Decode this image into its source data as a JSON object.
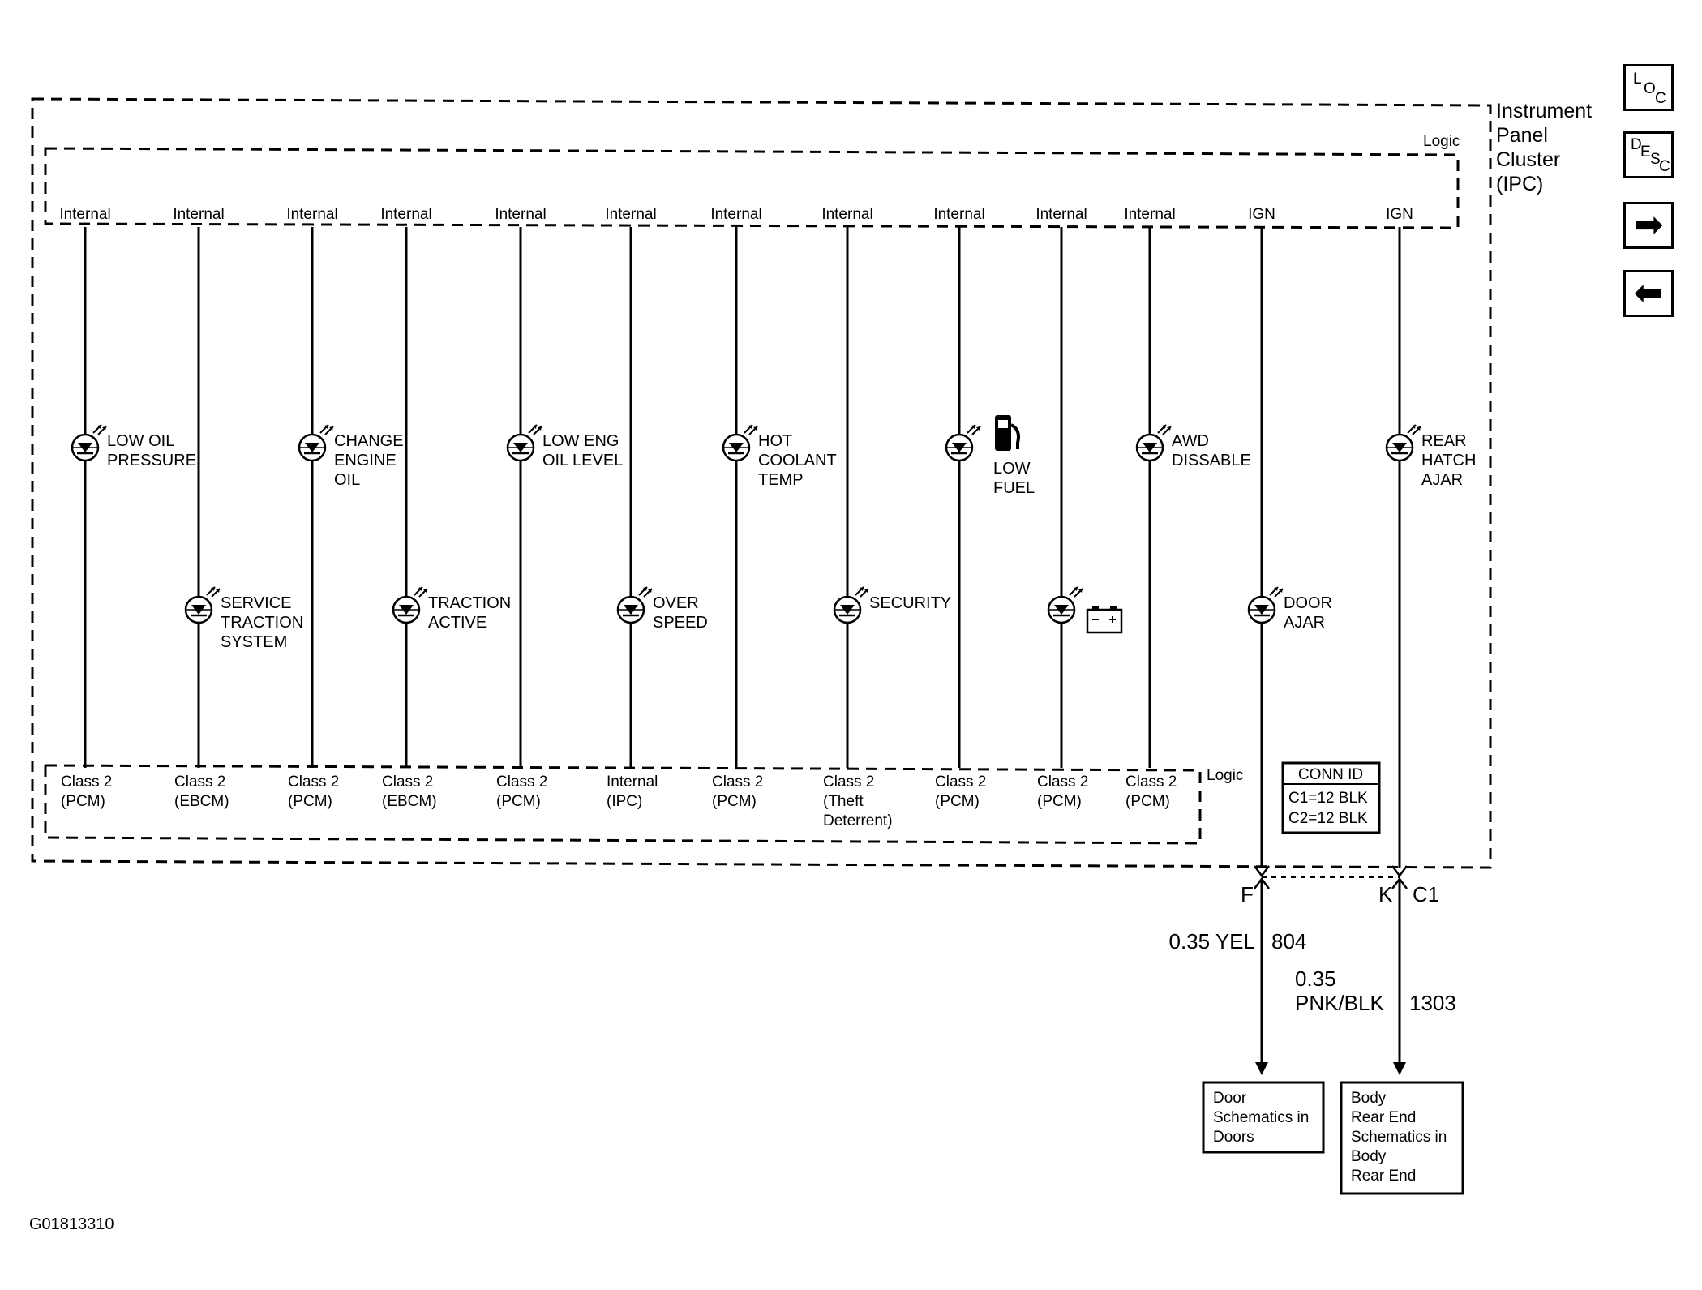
{
  "module_name": [
    "Instrument",
    "Panel",
    "Cluster",
    "(IPC)"
  ],
  "logic_label_top": "Logic",
  "logic_label_bottom": "Logic",
  "circuits": [
    {
      "source": "Internal",
      "lamp": [
        "LOW OIL",
        "PRESSURE"
      ],
      "row": 1,
      "dest": [
        "Class 2",
        "(PCM)"
      ]
    },
    {
      "source": "Internal",
      "lamp": [
        "SERVICE",
        "TRACTION",
        "SYSTEM"
      ],
      "row": 2,
      "dest": [
        "Class 2",
        "(EBCM)"
      ]
    },
    {
      "source": "Internal",
      "lamp": [
        "CHANGE",
        "ENGINE",
        "OIL"
      ],
      "row": 1,
      "dest": [
        "Class 2",
        "(PCM)"
      ]
    },
    {
      "source": "Internal",
      "lamp": [
        "TRACTION",
        "ACTIVE"
      ],
      "row": 2,
      "dest": [
        "Class 2",
        "(EBCM)"
      ]
    },
    {
      "source": "Internal",
      "lamp": [
        "LOW ENG",
        "OIL LEVEL"
      ],
      "row": 1,
      "dest": [
        "Class 2",
        "(PCM)"
      ]
    },
    {
      "source": "Internal",
      "lamp": [
        "OVER",
        "SPEED"
      ],
      "row": 2,
      "dest": [
        "Internal",
        "(IPC)"
      ]
    },
    {
      "source": "Internal",
      "lamp": [
        "HOT",
        "COOLANT",
        "TEMP"
      ],
      "row": 1,
      "dest": [
        "Class 2",
        "(PCM)"
      ]
    },
    {
      "source": "Internal",
      "lamp": [
        "SECURITY"
      ],
      "row": 2,
      "dest": [
        "Class 2",
        "(Theft",
        "Deterrent)"
      ]
    },
    {
      "source": "Internal",
      "lamp": [
        "LOW",
        "FUEL"
      ],
      "row": 1,
      "icon": "fuel-pump-icon",
      "dest": [
        "Class 2",
        "(PCM)"
      ]
    },
    {
      "source": "Internal",
      "lamp": [],
      "row": 2,
      "icon": "battery-icon",
      "dest": [
        "Class 2",
        "(PCM)"
      ]
    },
    {
      "source": "Internal",
      "lamp": [
        "AWD",
        "DISSABLE"
      ],
      "row": 1,
      "dest": [
        "Class 2",
        "(PCM)"
      ]
    },
    {
      "source": "IGN",
      "lamp": [
        "DOOR",
        "AJAR"
      ],
      "row": 2
    },
    {
      "source": "IGN",
      "lamp": [
        "REAR",
        "HATCH",
        "AJAR"
      ],
      "row": 1
    }
  ],
  "conn_id": {
    "title": "CONN ID",
    "lines": [
      "C1=12 BLK",
      "C2=12 BLK"
    ]
  },
  "connectors": [
    {
      "pin": "F",
      "wire_size_color": [
        "0.35 YEL"
      ],
      "circuit": "804",
      "dest_box": [
        "Door",
        "Schematics in",
        "Doors"
      ]
    },
    {
      "pin": "K",
      "connector": "C1",
      "wire_size_color": [
        "0.35",
        "PNK/BLK"
      ],
      "circuit": "1303",
      "dest_box": [
        "Body",
        "Rear End",
        "Schematics in",
        "Body",
        "Rear End"
      ]
    }
  ],
  "figure_id": "G01813310",
  "side_buttons": [
    {
      "name": "loc-button",
      "letters": [
        "L",
        "O",
        "C"
      ]
    },
    {
      "name": "desc-button",
      "letters": [
        "D",
        "E",
        "S",
        "C"
      ]
    },
    {
      "name": "next-button",
      "glyph": "➡"
    },
    {
      "name": "back-button",
      "glyph": "⬅"
    }
  ]
}
